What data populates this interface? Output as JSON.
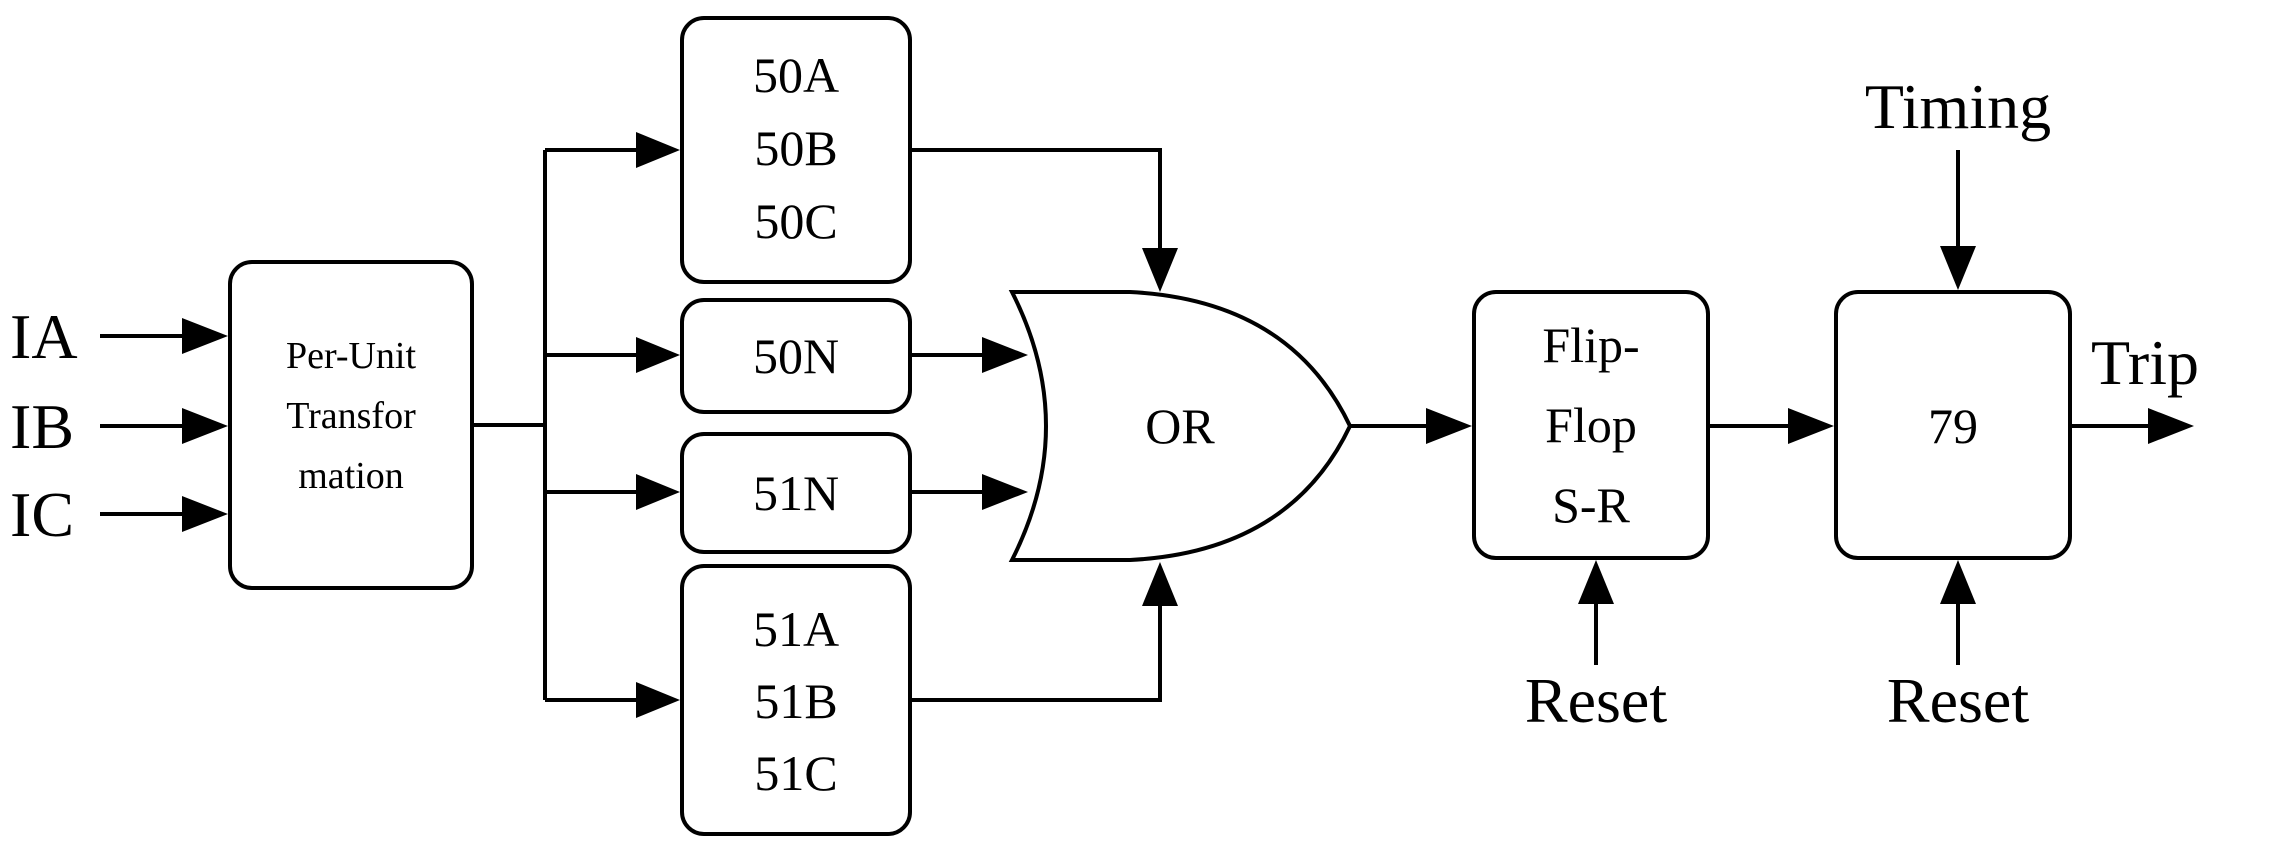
{
  "inputs": {
    "ia": "IA",
    "ib": "IB",
    "ic": "IC"
  },
  "per_unit": {
    "line1": "Per-Unit",
    "line2": "Transfor",
    "line3": "mation"
  },
  "relay_50_phase": {
    "line1": "50A",
    "line2": "50B",
    "line3": "50C"
  },
  "relay_50n": {
    "label": "50N"
  },
  "relay_51n": {
    "label": "51N"
  },
  "relay_51_phase": {
    "line1": "51A",
    "line2": "51B",
    "line3": "51C"
  },
  "or_gate": {
    "label": "OR"
  },
  "flip_flop": {
    "line1": "Flip-",
    "line2": "Flop",
    "line3": "S-R",
    "reset": "Reset"
  },
  "recloser": {
    "label": "79",
    "timing": "Timing",
    "reset": "Reset"
  },
  "output": {
    "trip": "Trip"
  }
}
